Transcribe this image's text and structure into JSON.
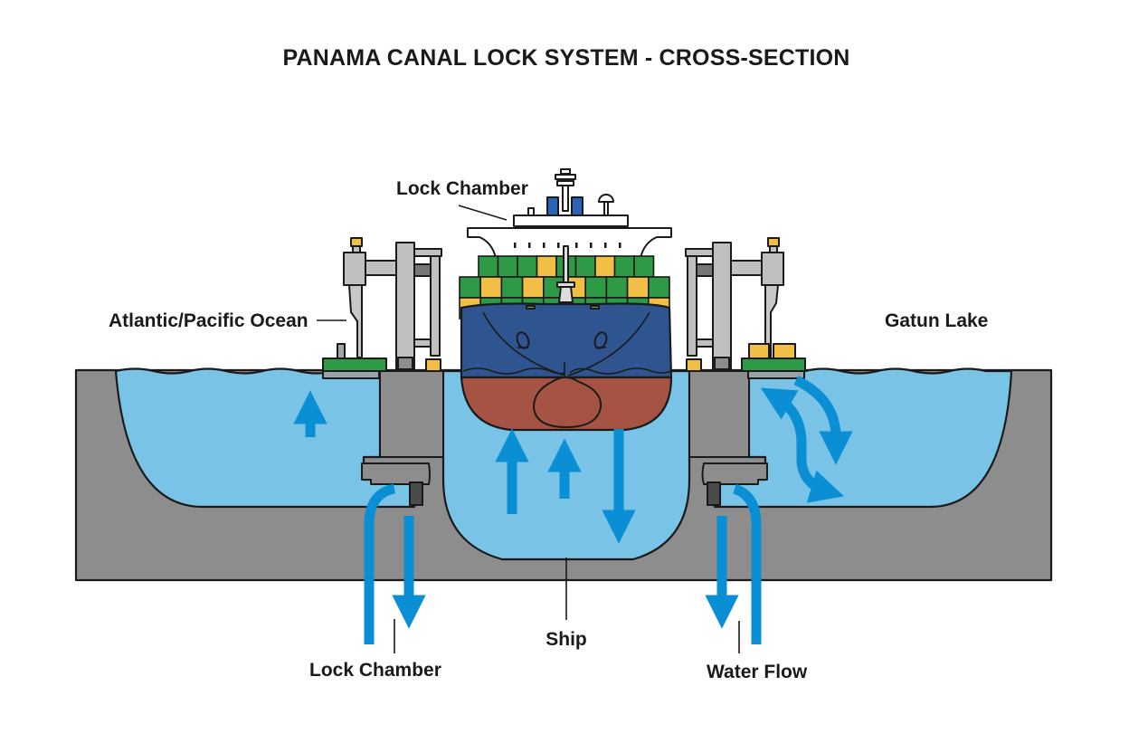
{
  "title": "PANAMA CANAL LOCK SYSTEM - CROSS-SECTION",
  "labels": {
    "lock_chamber_top": "Lock Chamber",
    "ocean": "Atlantic/Pacific Ocean",
    "lake": "Gatun Lake",
    "lock_chamber_bottom": "Lock Chamber",
    "ship": "Ship",
    "water_flow": "Water Flow"
  },
  "colors": {
    "water": "#79c3e6",
    "arrow": "#0a8fd4",
    "concrete": "#8d8d8d",
    "concrete_light": "#a5a5a5",
    "hull_upper": "#2f5591",
    "hull_lower": "#a55444",
    "container_green": "#2e9a45",
    "container_yellow": "#f1bf45",
    "gate_steel": "#c0c0c0",
    "platform_green": "#2e9a45",
    "bridge_blue": "#2a63b8"
  },
  "containers": {
    "row1": [
      "g",
      "g",
      "g",
      "y",
      "g",
      "g",
      "y",
      "g",
      "g"
    ],
    "row2": [
      "g",
      "y",
      "g",
      "y",
      "g",
      "y",
      "g",
      "g",
      "y",
      "g"
    ],
    "row3": [
      "y",
      "g",
      "g",
      "g",
      "g",
      "g",
      "g",
      "g",
      "g",
      "y"
    ]
  },
  "flow_arrows": {
    "ocean_basin": [
      "up"
    ],
    "lock_chamber": [
      "up",
      "up",
      "down"
    ],
    "left_culvert": [
      "up",
      "down"
    ],
    "right_culvert": [
      "down",
      "up"
    ],
    "lake_basin": [
      "bidirectional",
      "bidirectional"
    ]
  }
}
